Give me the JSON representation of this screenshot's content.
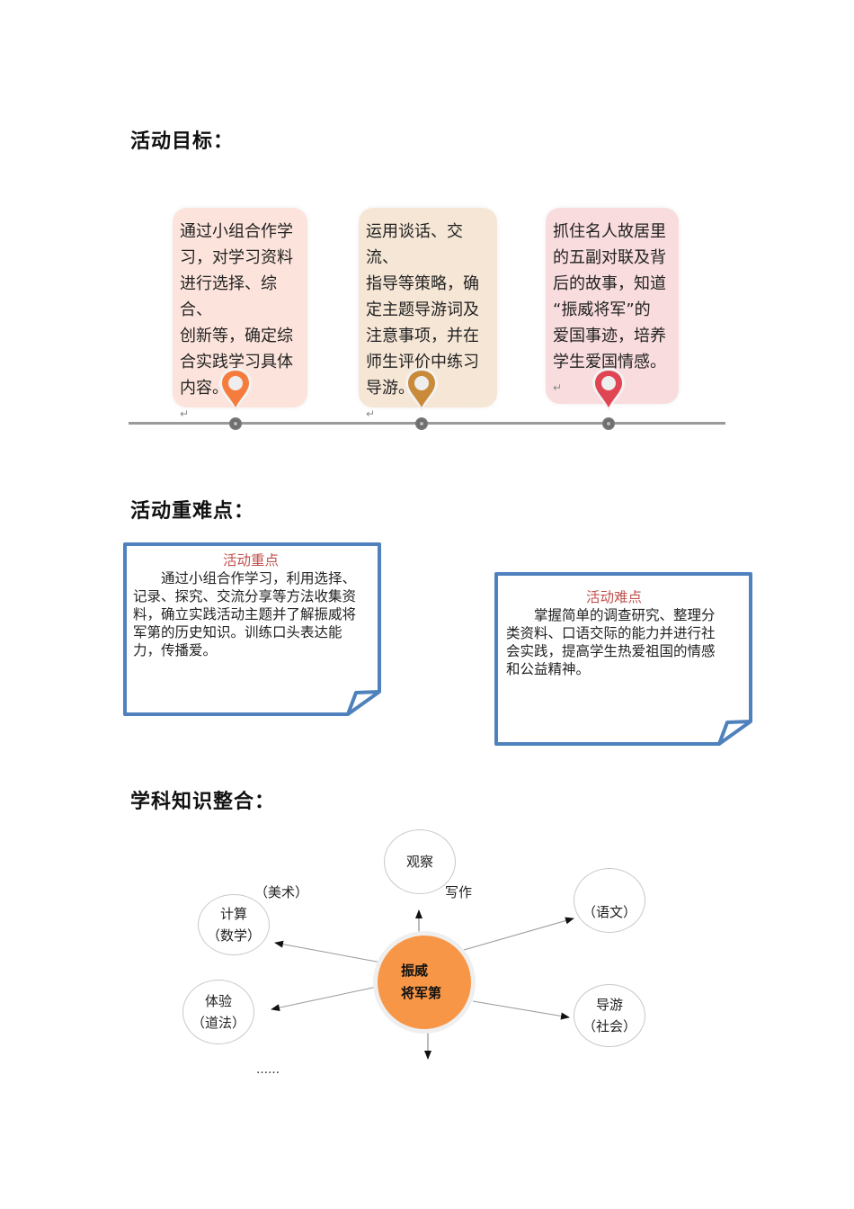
{
  "sections": {
    "goals": {
      "heading": "活动目标："
    },
    "key_points": {
      "heading": "活动重难点："
    },
    "integration": {
      "heading": "学科知识整合："
    }
  },
  "timeline": {
    "cards": [
      {
        "text": "通过小组合作学\n习，对学习资料\n进行选择、综合、\n创新等，确定综\n合实践学习具体\n内容。",
        "bg_color": "#fce4dc",
        "pin_color": "#f57c3d"
      },
      {
        "text": "运用谈话、交流、\n指导等策略，确\n定主题导游词及\n注意事项，并在\n师生评价中练习\n导游。",
        "bg_color": "#f5e6d6",
        "pin_color": "#c98a3a"
      },
      {
        "text": "抓住名人故居里\n的五副对联及背\n后的故事，知道\n“振威将军”的\n爱国事迹，培养\n学生爱国情感。",
        "bg_color": "#f9dcdd",
        "pin_color": "#e04553"
      }
    ],
    "return_mark": "↵"
  },
  "notes": [
    {
      "title": "活动重点",
      "body": "通过小组合作学习，利用选择、记录、探究、交流分享等方法收集资料，确立实践活动主题并了解振威将军第的历史知识。训练口头表达能力，传播爱。"
    },
    {
      "title": "活动难点",
      "body": "掌握简单的调查研究、整理分类资料、口语交际的能力并进行社会实践，提高学生热爱祖国的情感和公益精神。"
    }
  ],
  "mindmap": {
    "center": {
      "line1": "振威",
      "line2": "将军第",
      "color": "#f79646"
    },
    "nodes": {
      "observe": {
        "line1": "观察"
      },
      "math": {
        "line1": "计算",
        "line2": "（数学）"
      },
      "chinese": {
        "line1": "（语文）"
      },
      "ethics": {
        "line1": "体验",
        "line2": "（道法）"
      },
      "social": {
        "line1": "导游",
        "line2": "（社会）"
      }
    },
    "labels": {
      "art": "（美术）",
      "writing": "写作",
      "ellipsis": "……"
    }
  },
  "colors": {
    "note_border": "#4f81bd",
    "note_title": "#c0504d",
    "timeline_line": "#9a9a9a"
  }
}
